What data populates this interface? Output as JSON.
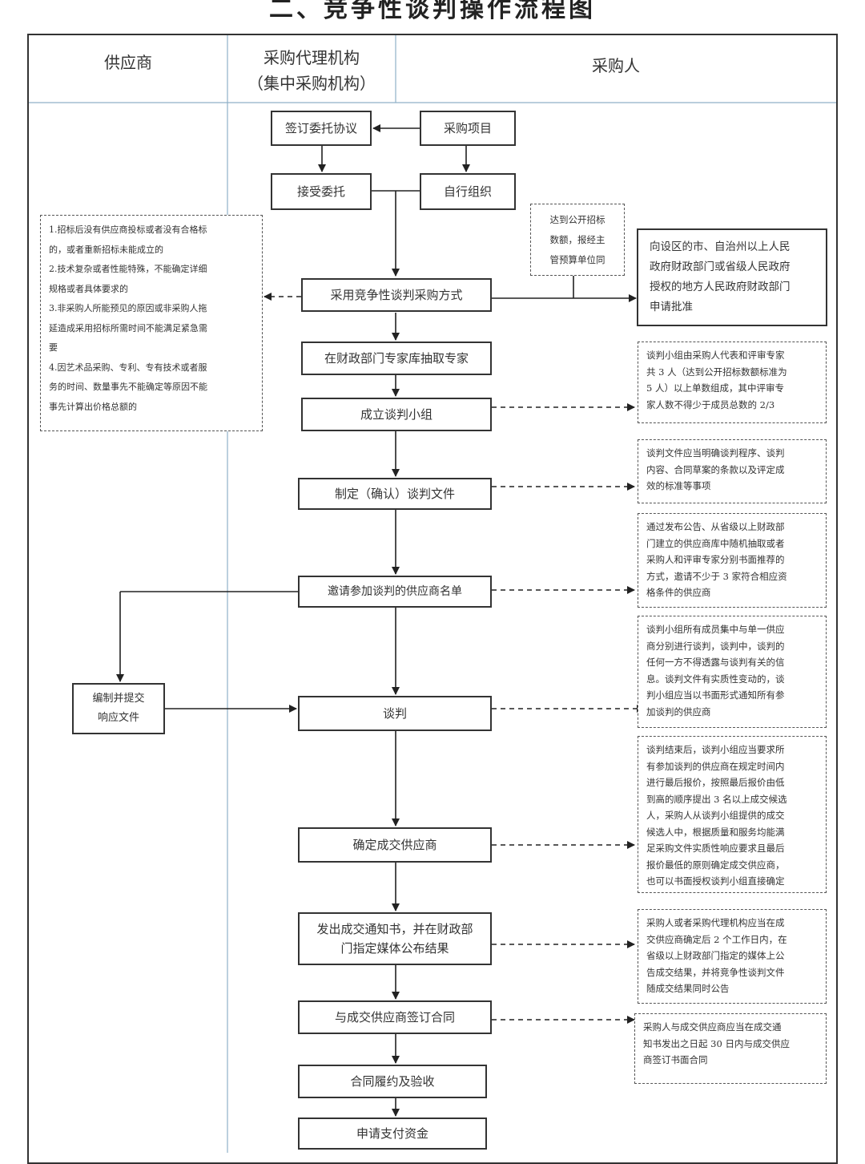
{
  "title": "二、竞争性谈判操作流程图",
  "lanes": {
    "supplier": "供应商",
    "agency": "采购代理机构\n（集中采购机构）",
    "purchaser": "采购人"
  },
  "steps": {
    "sign_agreement": "签订委托协议",
    "purchase_project": "采购项目",
    "accept_entrust": "接受委托",
    "self_organize": "自行组织",
    "adopt_method": "采用竞争性谈判采购方式",
    "draw_experts": "在财政部门专家库抽取专家",
    "form_group": "成立谈判小组",
    "make_docs": "制定（确认）谈判文件",
    "invite_list": "邀请参加谈判的供应商名单",
    "prepare_response": "编制并提交\n响应文件",
    "negotiate": "谈判",
    "determine_supplier": "确定成交供应商",
    "issue_notice": "发出成交通知书，并在财政部\n门指定媒体公布结果",
    "sign_contract": "与成交供应商签订合同",
    "perform_accept": "合同履约及验收",
    "apply_payment": "申请支付资金"
  },
  "notes": {
    "conditions": "1.招标后没有供应商投标或者没有合格标\n的，或者重新招标未能成立的\n2.技术复杂或者性能特殊，不能确定详细\n规格或者具体要求的\n3.非采购人所能预见的原因或非采购人拖\n延造成采用招标所需时间不能满足紧急需\n要\n4.因艺术品采购、专利、专有技术或者服\n务的时间、数量事先不能确定等原因不能\n事先计算出价格总额的",
    "threshold": "达到公开招标\n数额，报经主\n管预算单位同",
    "approval": "向设区的市、自治州以上人民\n政府财政部门或省级人民政府\n授权的地方人民政府财政部门\n申请批准",
    "group": "谈判小组由采购人代表和评审专家\n共 3 人（达到公开招标数额标准为\n5 人）以上单数组成，其中评审专\n家人数不得少于成员总数的 2/3",
    "docs": "谈判文件应当明确谈判程序、谈判\n内容、合同草案的条款以及评定成\n效的标准等事项",
    "invite": "通过发布公告、从省级以上财政部\n门建立的供应商库中随机抽取或者\n采购人和评审专家分别书面推荐的\n方式，邀请不少于 3 家符合相应资\n格条件的供应商",
    "negotiate": "谈判小组所有成员集中与单一供应\n商分别进行谈判，谈判中，谈判的\n任何一方不得透露与谈判有关的信\n息。谈判文件有实质性变动的，谈\n判小组应当以书面形式通知所有参\n加谈判的供应商",
    "determine": "谈判结束后，谈判小组应当要求所\n有参加谈判的供应商在规定时间内\n进行最后报价，按照最后报价由低\n到高的顺序提出 3 名以上成交候选\n人，采购人从谈判小组提供的成交\n候选人中，根据质量和服务均能满\n足采购文件实质性响应要求且最后\n报价最低的原则确定成交供应商，\n也可以书面授权谈判小组直接确定",
    "notice": "采购人或者采购代理机构应当在成\n交供应商确定后 2 个工作日内，在\n省级以上财政部门指定的媒体上公\n告成交结果，并将竞争性谈判文件\n随成交结果同时公告",
    "contract": "采购人与成交供应商应当在成交通\n知书发出之日起 30 日内与成交供应\n商签订书面合同"
  }
}
